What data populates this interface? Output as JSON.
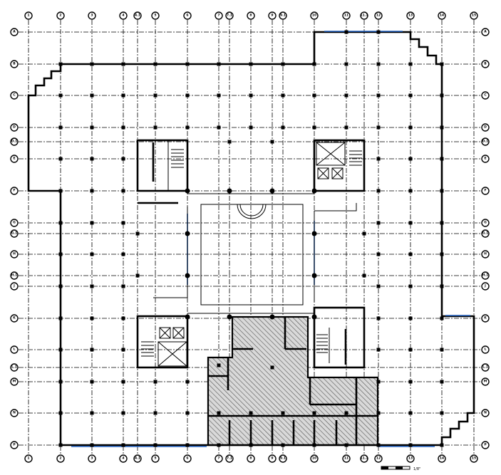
{
  "drawing": {
    "title": "Floor plan",
    "columns": [
      "1",
      "2",
      "3",
      "4",
      "4.1",
      "5",
      "6",
      "7",
      "7.1",
      "8",
      "9",
      "9.1",
      "10",
      "11",
      "11.1",
      "12",
      "13",
      "14",
      "15"
    ],
    "rows": [
      "A",
      "B",
      "C",
      "D",
      "D.1",
      "E",
      "F",
      "G",
      "G.1",
      "H",
      "H.1",
      "J",
      "K",
      "L",
      "L.1",
      "M",
      "N",
      "P"
    ],
    "scale_label": "1/8\"",
    "colors": {
      "wall": "#000000",
      "glazing": "#1f5fbf",
      "hatch": "#555555",
      "tenant_fill": "#d9d9d9"
    }
  }
}
